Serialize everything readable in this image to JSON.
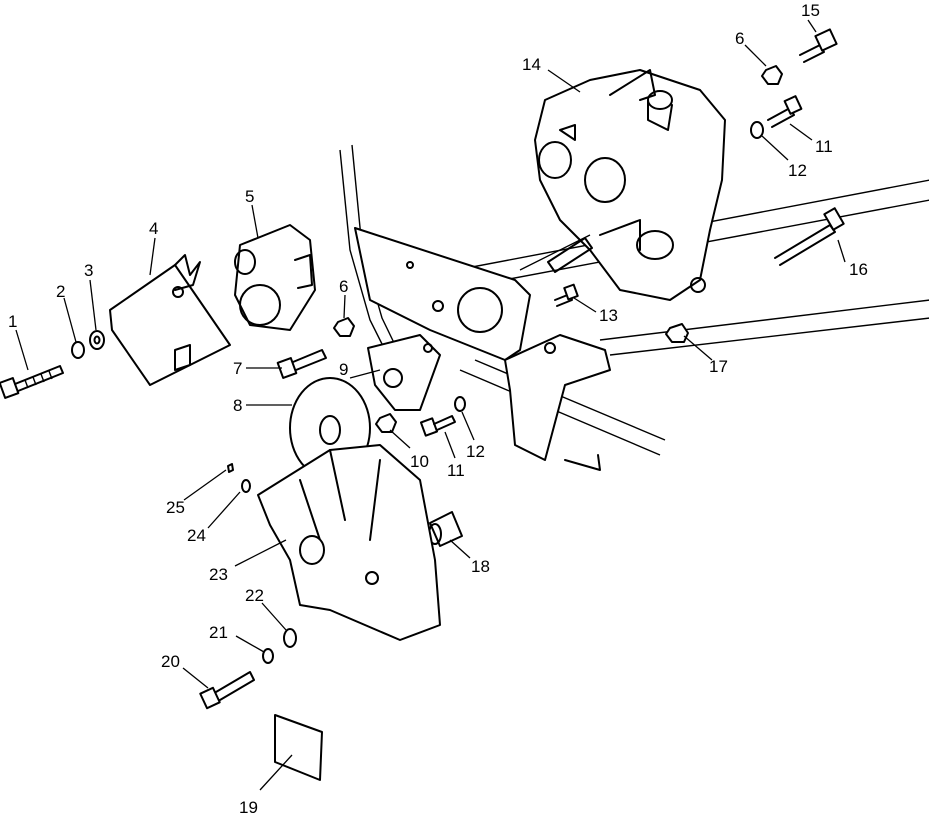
{
  "diagram": {
    "callouts": [
      "1",
      "2",
      "3",
      "4",
      "5",
      "6",
      "7",
      "8",
      "9",
      "10",
      "11",
      "12",
      "13",
      "14",
      "15",
      "6",
      "11",
      "12",
      "16",
      "17",
      "18",
      "19",
      "20",
      "21",
      "22",
      "23",
      "24",
      "25"
    ]
  }
}
